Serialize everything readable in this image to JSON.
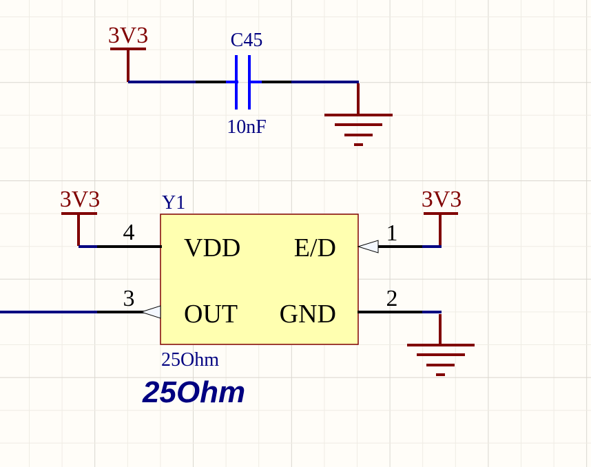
{
  "canvas": {
    "background": "#fffdf8",
    "grid_minor_color": "#efece4",
    "grid_major_color": "#d9d6cf"
  },
  "colors": {
    "power": "#800000",
    "wire": "#000080",
    "pin": "#000000",
    "capacitor": "#0000ff",
    "component_fill": "#ffffb0",
    "component_border": "#800000",
    "designator": "#000080",
    "pin_text": "#000000"
  },
  "power_ports": [
    {
      "id": "pwr-1",
      "net": "3V3"
    },
    {
      "id": "pwr-2",
      "net": "3V3"
    },
    {
      "id": "pwr-3",
      "net": "3V3"
    }
  ],
  "capacitor": {
    "designator": "C45",
    "value": "10nF"
  },
  "component": {
    "designator": "Y1",
    "comment": "25Ohm",
    "value_large": "25Ohm",
    "pins": [
      {
        "number": "4",
        "name": "VDD"
      },
      {
        "number": "1",
        "name": "E/D"
      },
      {
        "number": "3",
        "name": "OUT"
      },
      {
        "number": "2",
        "name": "GND"
      }
    ]
  }
}
